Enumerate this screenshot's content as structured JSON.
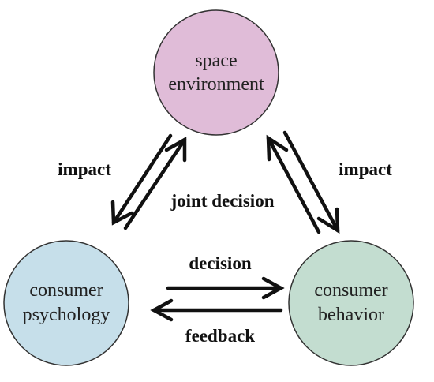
{
  "nodes": {
    "space": {
      "lines": [
        "space",
        "environment"
      ],
      "color": "#e0bcd8"
    },
    "psychology": {
      "lines": [
        "consumer",
        "psychology"
      ],
      "color": "#c6dfea"
    },
    "behavior": {
      "lines": [
        "consumer",
        "behavior"
      ],
      "color": "#c3ddd0"
    }
  },
  "edges": {
    "left_impact": "impact",
    "joint_decision": "joint decision",
    "right_impact": "impact",
    "decision": "decision",
    "feedback": "feedback"
  },
  "colors": {
    "outline": "#333333",
    "arrow": "#111111"
  }
}
